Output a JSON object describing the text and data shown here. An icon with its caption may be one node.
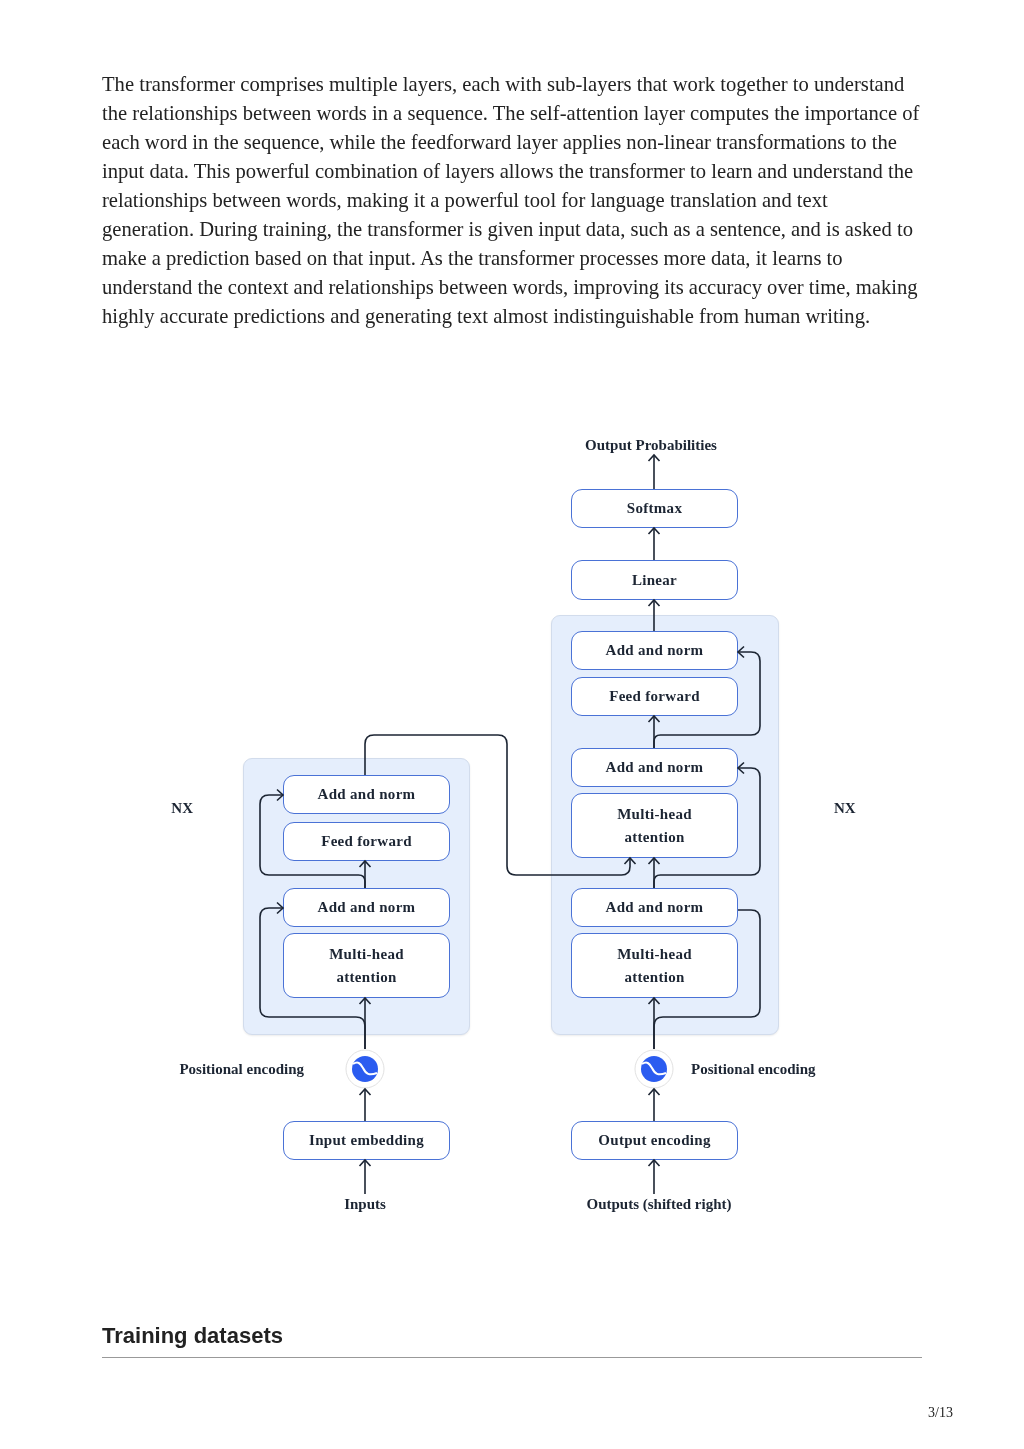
{
  "diagram": {
    "nodes": [
      {
        "text": [],
        "shape": "box",
        "beside": [
          "NX"
        ]
      },
      {
        "text": [
          "Add and norm"
        ],
        "in": 0
      },
      {
        "text": [
          "Feed forward"
        ],
        "in": 0
      },
      {
        "text": [
          "Add and norm"
        ],
        "in": 0
      },
      {
        "text": [
          "Multi-head attention"
        ],
        "in": 0
      },
      {
        "text": [],
        "shape": "box",
        "beside": [
          "NX"
        ]
      },
      {
        "text": [
          "Add and norm"
        ],
        "in": 5
      },
      {
        "text": [
          "Feed forward"
        ],
        "in": 5
      },
      {
        "text": [
          "Add and norm"
        ],
        "in": 5
      },
      {
        "text": [
          "Multi-head attention"
        ],
        "in": 5
      },
      {
        "text": [
          "Add and norm"
        ],
        "in": 5
      },
      {
        "text": [
          "Multi-head attention"
        ],
        "in": 5
      },
      {
        "text": [
          "Linear"
        ]
      },
      {
        "text": [
          "Softmax"
        ]
      },
      {
        "text": [
          "Output Probabilities"
        ]
      },
      {
        "text": [],
        "shape": "circle",
        "beside": [
          "Positional encoding"
        ]
      },
      {
        "text": [
          "Input embedding"
        ]
      },
      {
        "text": [
          "Inputs"
        ]
      },
      {
        "text": [],
        "shape": "circle",
        "beside": [
          "Positional encoding"
        ]
      },
      {
        "text": [
          "Output encoding"
        ]
      },
      {
        "text": [
          "Outputs (shifted right)"
        ]
      }
    ],
    "edges": [
      {
        "from": 17,
        "to": 16,
        "arrow": "to"
      },
      {
        "from": 16,
        "to": 15,
        "arrow": "to"
      },
      {
        "from": 15,
        "to": 4,
        "arrow": "to"
      },
      {
        "from": 15,
        "to": 3,
        "arrow": "to"
      },
      {
        "from": 3,
        "to": 2,
        "arrow": "to"
      },
      {
        "from": 3,
        "to": 1,
        "arrow": "to"
      },
      {
        "from": 1,
        "to": 9,
        "arrow": "to"
      },
      {
        "from": 20,
        "to": 19,
        "arrow": "to"
      },
      {
        "from": 19,
        "to": 18,
        "arrow": "to"
      },
      {
        "from": 18,
        "to": 11,
        "arrow": "to"
      },
      {
        "from": 10,
        "to": 18,
        "arrow": "none"
      },
      {
        "from": 10,
        "to": 9,
        "arrow": "to"
      },
      {
        "from": 10,
        "to": 8,
        "arrow": "to"
      },
      {
        "from": 8,
        "to": 7,
        "arrow": "to"
      },
      {
        "from": 8,
        "to": 6,
        "arrow": "to"
      },
      {
        "from": 6,
        "to": 12,
        "arrow": "to"
      },
      {
        "from": 12,
        "to": 13,
        "arrow": "to"
      },
      {
        "from": 13,
        "to": 14,
        "arrow": "to"
      }
    ],
    "labels": [
      "The transformer comprises multiple layers, each with sub-layers that work together to understand the relationships between words in a sequence. The self-attention layer computes the importance of each word in the sequence, while the feedforward layer applies non-linear transformations to the input data. This powerful combination of layers allows the transformer to learn and understand the relationships between words, making it a powerful tool for language translation and text generation. During training, the transformer is given input data, such as a sentence, and is asked to make a prediction based on that input. As the transformer processes more data, it learns to understand the context and relationships between words, improving its accuracy over time, making highly accurate predictions and generating text almost indistinguishable from human writing.",
      "Training datasets",
      "3/13"
    ]
  }
}
